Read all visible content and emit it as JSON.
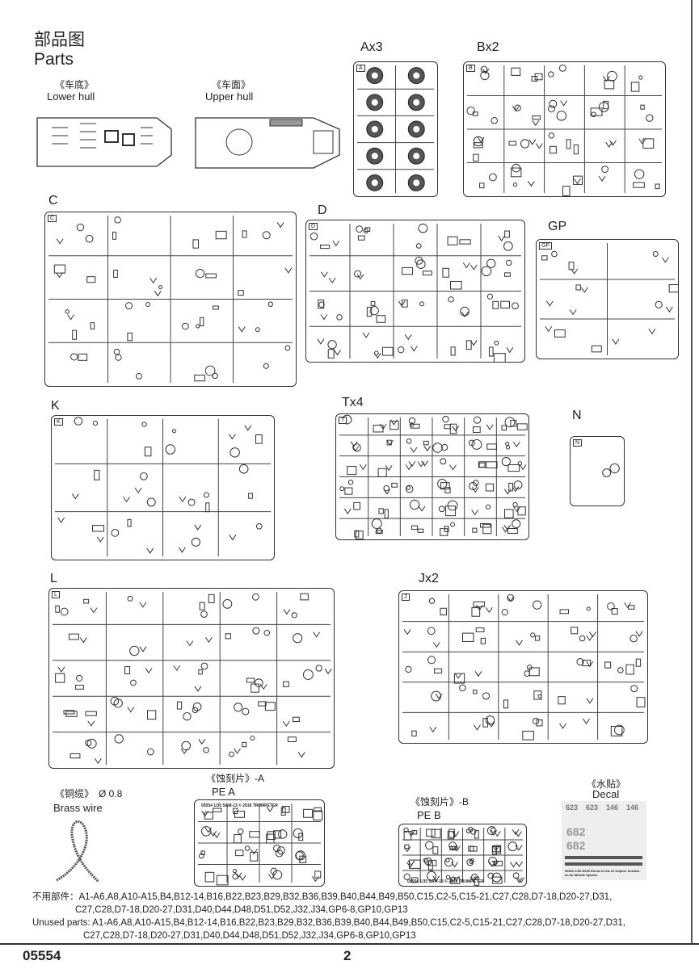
{
  "header": {
    "title_cn": "部品图",
    "title_en": "Parts"
  },
  "hull": {
    "lower_cn": "《车底》",
    "lower_en": "Lower hull",
    "upper_cn": "《车面》",
    "upper_en": "Upper hull"
  },
  "sprues": [
    {
      "id": "A",
      "label": "Ax3"
    },
    {
      "id": "B",
      "label": "Bx2"
    },
    {
      "id": "C",
      "label": "C"
    },
    {
      "id": "D",
      "label": "D"
    },
    {
      "id": "GP",
      "label": "GP"
    },
    {
      "id": "K",
      "label": "K"
    },
    {
      "id": "T",
      "label": "Tx4"
    },
    {
      "id": "N",
      "label": "N"
    },
    {
      "id": "L",
      "label": "L"
    },
    {
      "id": "J",
      "label": "Jx2"
    }
  ],
  "extras": {
    "brass_cn": "《铜缆》",
    "brass_size": "Ø 0.8",
    "brass_en": "Brass wire",
    "pea_cn": "《蚀刻片》-A",
    "pea_en": "PE A",
    "pea_plate": "05554  1/35  SAM-13  © 2018  TRUMPETER",
    "peb_cn": "《蚀刻片》-B",
    "peb_en": "PE B",
    "peb_plate": "05554  1/35  SAM-13  © 2018  TRUMPETER",
    "decal_cn": "《水贴》",
    "decal_en": "Decal",
    "decal_nums": [
      "623",
      "623",
      "146",
      "146",
      "682",
      "682"
    ],
    "decal_caption": "05554 1/35 9K35 Strela-10 SA-13 Gopher Surface-to-Air Missile System"
  },
  "unused": {
    "cn_label": "不用部件：",
    "en_label": "Unused parts: ",
    "line1": "A1-A6,A8,A10-A15,B4,B12-14,B16,B22,B23,B29,B32,B36,B39,B40,B44,B49,B50,C15,C2-5,C15-21,C27,C28,D7-18,D20-27,D31,",
    "line2": "C27,C28,D7-18,D20-27,D31,D40,D44,D48,D51,D52,J32,J34,GP6-8,GP10,GP13"
  },
  "footer": {
    "code": "05554",
    "page": "2"
  }
}
